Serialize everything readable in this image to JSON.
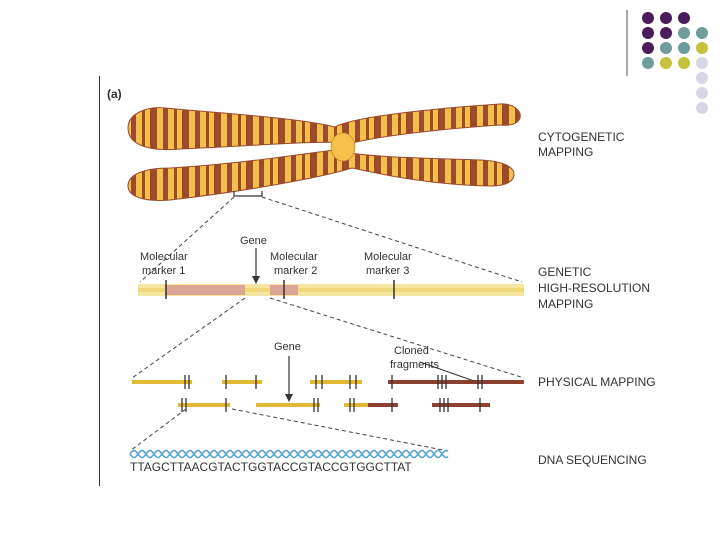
{
  "panel_label": "(a)",
  "stages": {
    "cytogenetic": [
      "CYTOGENETIC",
      "MAPPING"
    ],
    "genetic": [
      "GENETIC",
      "HIGH-RESOLUTION",
      "MAPPING"
    ],
    "physical": "PHYSICAL MAPPING",
    "sequencing": "DNA SEQUENCING"
  },
  "markers": {
    "m1": [
      "Molecular",
      "marker 1"
    ],
    "m2": [
      "Molecular",
      "marker 2"
    ],
    "m3": [
      "Molecular",
      "marker 3"
    ]
  },
  "gene_label": "Gene",
  "gene_label_2": "Gene",
  "cloned": [
    "Cloned",
    "fragments"
  ],
  "sequence": "TTAGCTTAACGTACTGGTACCGTACCGTGGCTTAT",
  "colors": {
    "chrom_light": "#f5c04a",
    "chrom_band": "#9b4a2c",
    "track_light": "#f6e6a0",
    "track_pink": "#dba595",
    "fragment_yellow": "#e4b935",
    "fragment_brown": "#8e4030",
    "dna_blue": "#5ba6d4",
    "deco_purple": "#4b1c5a",
    "deco_teal": "#6f9d9b",
    "deco_olive": "#c4c23b",
    "deco_lavender": "#d6d6e6"
  }
}
